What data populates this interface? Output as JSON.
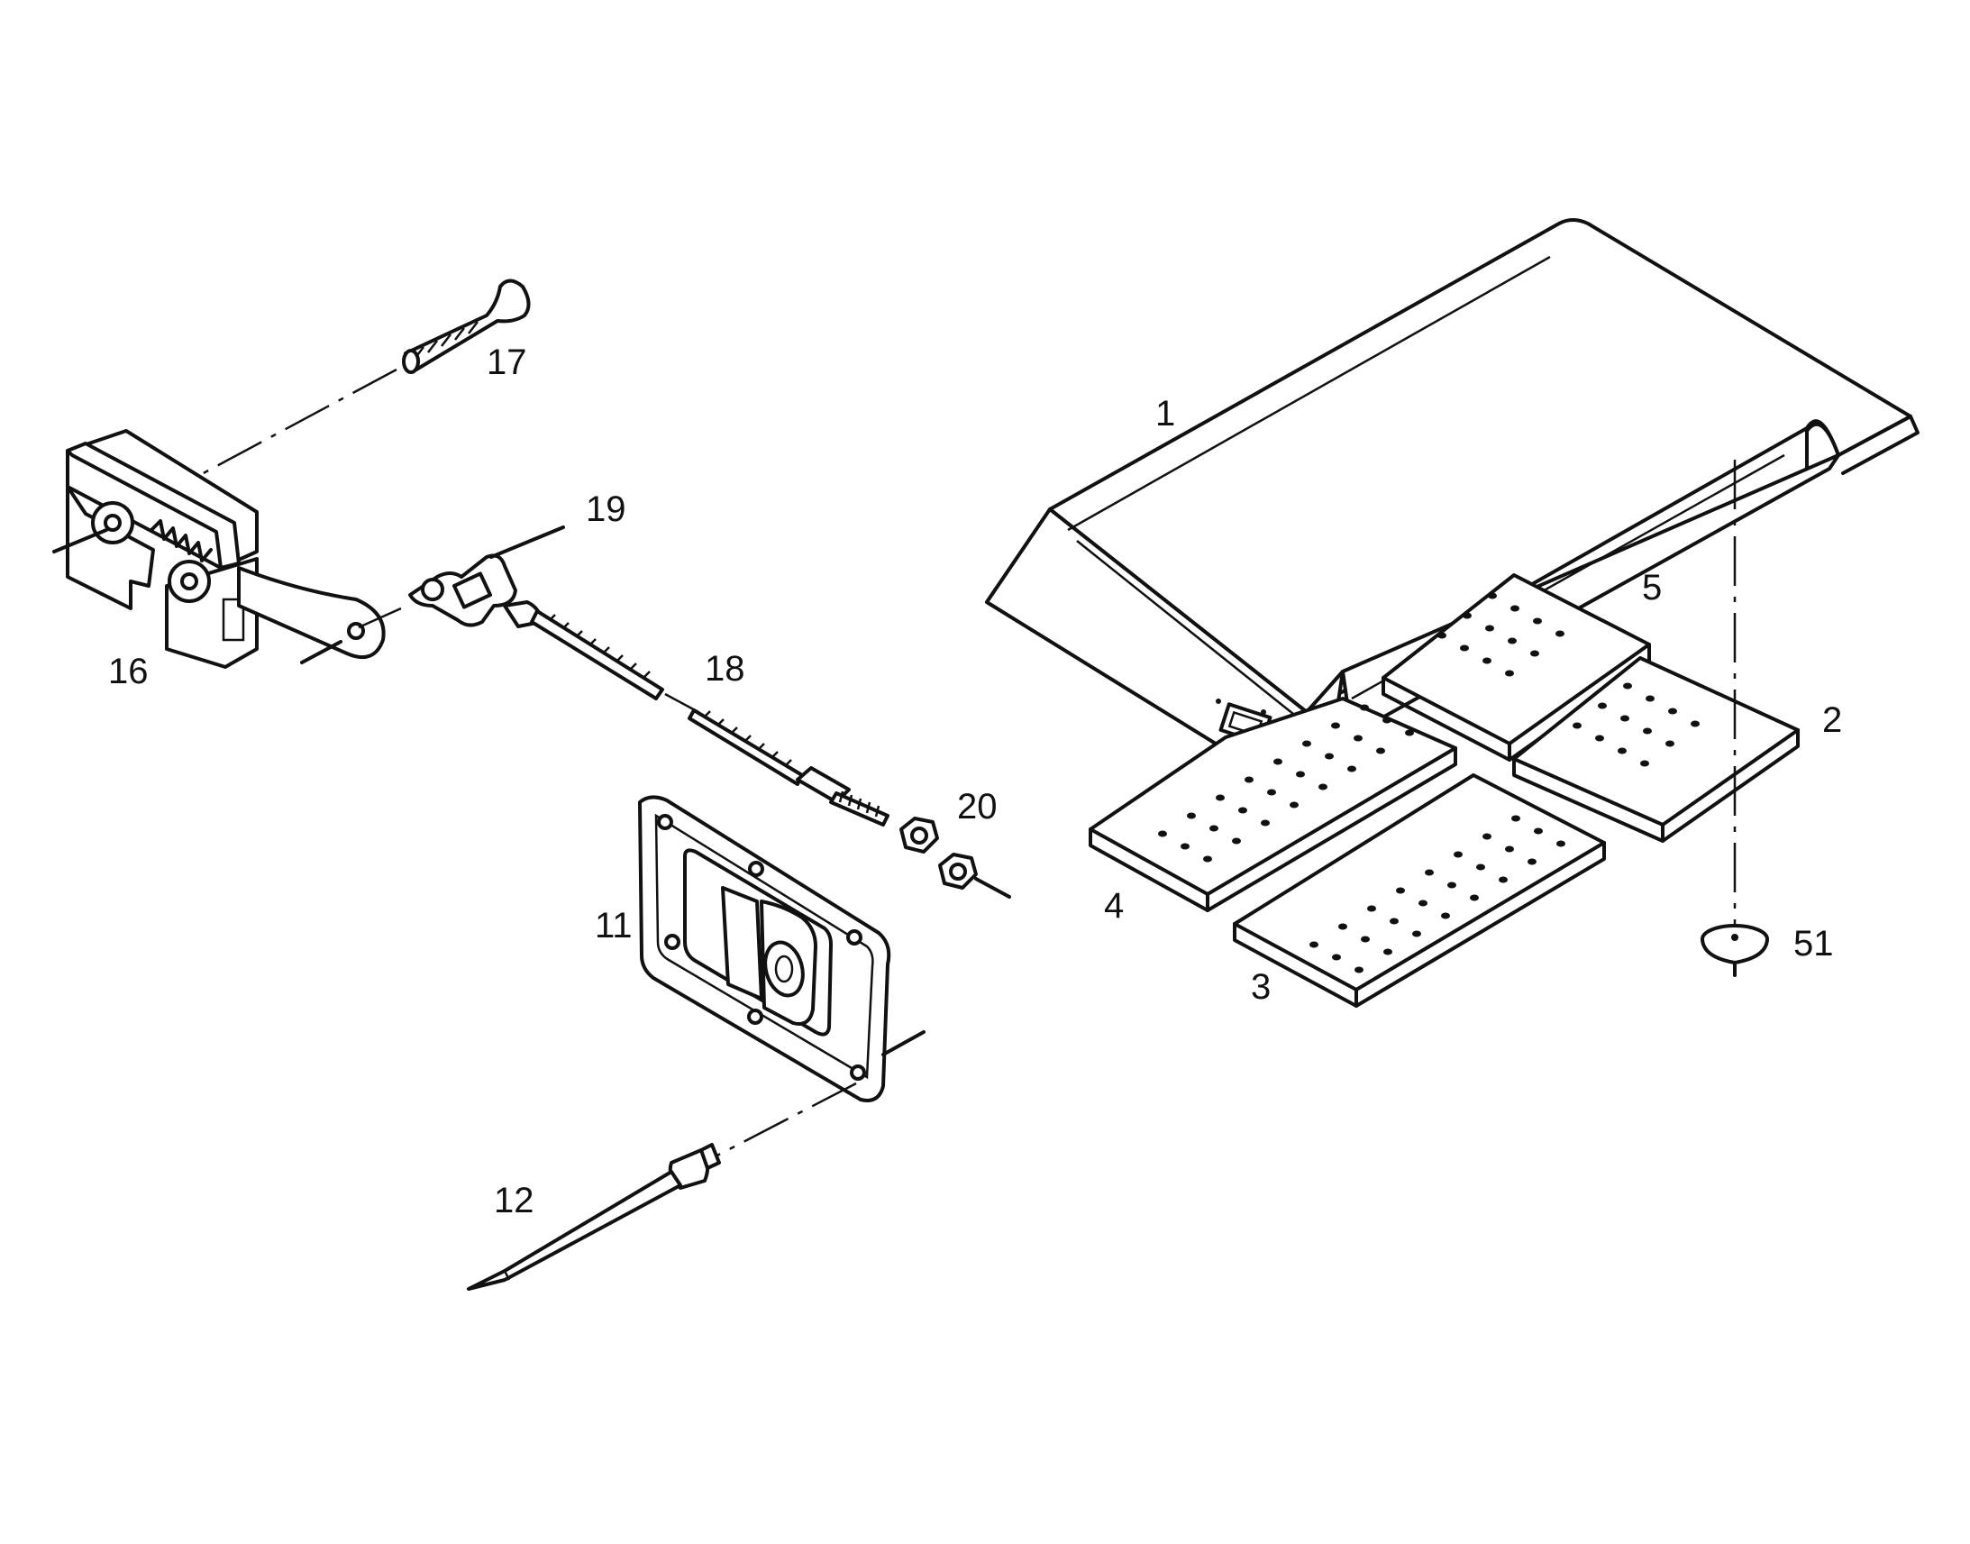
{
  "callouts": {
    "cover": "1",
    "pad_right": "2",
    "pad_front": "3",
    "pad_left": "4",
    "pad_back": "5",
    "handle_cup": "11",
    "rivet": "12",
    "latch": "16",
    "screw": "17",
    "cable": "18",
    "cable_end": "19",
    "nut": "20",
    "foot": "51"
  }
}
